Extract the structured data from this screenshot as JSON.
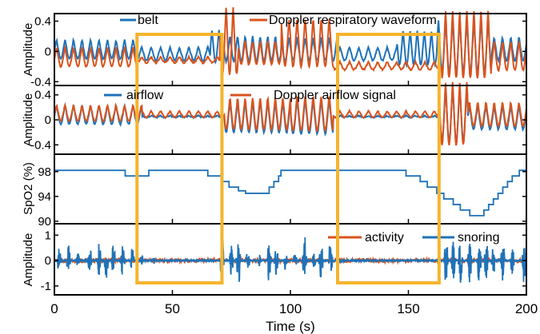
{
  "colors": {
    "blue": "#1f72b8",
    "orange": "#d9531e",
    "highlight": "#f6b42c"
  },
  "chart_data": [
    {
      "type": "line",
      "ylabel": "Amplitude",
      "ylim": [
        -0.45,
        0.5
      ],
      "yticks": [
        "0.4",
        "0",
        "-0.4"
      ],
      "ytick_values": [
        0.4,
        0,
        -0.4
      ],
      "legend": "top",
      "series": [
        {
          "name": "belt",
          "color": "blue",
          "segments": [
            [
              0,
              35,
              0.1,
              0,
              3.6
            ],
            [
              35,
              66,
              0.07,
              -0.05,
              4
            ],
            [
              66,
              72,
              0.17,
              0.02,
              3
            ],
            [
              72,
              96,
              0.13,
              0,
              3.2
            ],
            [
              96,
              120,
              0.12,
              0,
              3.4
            ],
            [
              120,
              145,
              0.07,
              -0.05,
              4
            ],
            [
              145,
              162,
              0.18,
              0,
              3
            ],
            [
              162,
              185,
              0.28,
              0,
              3
            ],
            [
              185,
              200,
              0.12,
              0,
              3.5
            ]
          ]
        },
        {
          "name": "Doppler respiratory waveform",
          "color": "orange",
          "segments": [
            [
              0,
              35,
              0.1,
              -0.1,
              3.6
            ],
            [
              35,
              70,
              0.03,
              -0.12,
              4
            ],
            [
              70,
              78,
              0.35,
              0.05,
              3
            ],
            [
              78,
              96,
              0.12,
              -0.05,
              3.2
            ],
            [
              96,
              118,
              0.25,
              0.05,
              3.4
            ],
            [
              118,
              164,
              0.04,
              -0.2,
              4
            ],
            [
              164,
              185,
              0.35,
              0,
              3
            ],
            [
              185,
              200,
              0.15,
              -0.1,
              3.5
            ]
          ]
        }
      ]
    },
    {
      "type": "line",
      "ylabel": "Amplitude",
      "ylim": [
        -0.55,
        0.55
      ],
      "yticks": [
        "0.4",
        "0",
        "-0.4"
      ],
      "ytick_values": [
        0.4,
        0,
        -0.4
      ],
      "legend": "top",
      "series": [
        {
          "name": "airflow",
          "color": "blue",
          "segments": [
            [
              0,
              37,
              0.12,
              0.05,
              3.6
            ],
            [
              37,
              72,
              0.01,
              0.05,
              4
            ],
            [
              72,
              100,
              0.2,
              0,
              3.2
            ],
            [
              100,
              118,
              0.22,
              0,
              3.4
            ],
            [
              118,
              163,
              0.01,
              0.05,
              4
            ],
            [
              163,
              175,
              0.35,
              0,
              3
            ],
            [
              175,
              200,
              0.15,
              0,
              3.5
            ]
          ]
        },
        {
          "name": "Doppler airflow signal",
          "color": "orange",
          "segments": [
            [
              0,
              37,
              0.1,
              0.08,
              3.6
            ],
            [
              37,
              72,
              0.04,
              0.08,
              4
            ],
            [
              72,
              100,
              0.2,
              0.05,
              3.2
            ],
            [
              100,
              118,
              0.22,
              0.05,
              3.4
            ],
            [
              118,
              163,
              0.04,
              0.08,
              4
            ],
            [
              163,
              175,
              0.4,
              0,
              3
            ],
            [
              175,
              200,
              0.15,
              0.05,
              3.5
            ]
          ]
        }
      ]
    },
    {
      "type": "line",
      "ylabel": "SpO2 (%)",
      "ylim": [
        89.6,
        100.8
      ],
      "yticks": [
        "98",
        "94",
        "90"
      ],
      "ytick_values": [
        98,
        94,
        90
      ],
      "series": [
        {
          "color": "blue",
          "x": [
            0,
            30,
            40,
            65,
            71,
            74,
            78,
            81,
            91,
            93,
            95,
            96,
            149,
            155,
            158,
            162,
            165,
            169,
            172,
            176,
            182,
            184,
            186,
            188,
            190,
            192,
            194,
            197,
            200
          ],
          "y": [
            98.2,
            97.3,
            98.2,
            97.3,
            96.4,
            95.5,
            94.9,
            94.5,
            95.5,
            96.4,
            97.3,
            98.2,
            97.3,
            96.4,
            95.5,
            94.5,
            93.6,
            92.7,
            91.8,
            90.9,
            91.8,
            92.7,
            93.6,
            94.5,
            95.5,
            96.4,
            97.3,
            98.2,
            99.1
          ]
        }
      ]
    },
    {
      "type": "line",
      "ylabel": "Amplitude",
      "ylim": [
        -1.35,
        1.45
      ],
      "yticks": [
        "1",
        "0",
        "-1"
      ],
      "ytick_values": [
        1,
        0,
        -1
      ],
      "legend": "top-right",
      "series": [
        {
          "name": "activity",
          "color": "orange",
          "level": 0.08
        },
        {
          "name": "snoring",
          "color": "blue",
          "bursts": [
            [
              2,
              0.5
            ],
            [
              6,
              0.6
            ],
            [
              10,
              0.3
            ],
            [
              15,
              0.6
            ],
            [
              19,
              0.7
            ],
            [
              22,
              0.7
            ],
            [
              25,
              0.7
            ],
            [
              29,
              0.7
            ],
            [
              33,
              0.55
            ],
            [
              37,
              0.2
            ],
            [
              42,
              0.15
            ],
            [
              71,
              1.3
            ],
            [
              75,
              0.6
            ],
            [
              78,
              1.0
            ],
            [
              82,
              0.5
            ],
            [
              87,
              0.3
            ],
            [
              91,
              0.9
            ],
            [
              94,
              0.7
            ],
            [
              98,
              0.4
            ],
            [
              102,
              0.3
            ],
            [
              106,
              1.0
            ],
            [
              110,
              0.3
            ],
            [
              113,
              0.9
            ],
            [
              117,
              0.9
            ],
            [
              122,
              0.15
            ],
            [
              166,
              1.0
            ],
            [
              169,
              0.8
            ],
            [
              172,
              0.9
            ],
            [
              176,
              0.9
            ],
            [
              180,
              1.0
            ],
            [
              183,
              0.8
            ],
            [
              186,
              0.6
            ],
            [
              190,
              1.0
            ],
            [
              194,
              0.6
            ],
            [
              199,
              0.9
            ]
          ]
        }
      ]
    }
  ],
  "xaxis": {
    "label": "Time (s)",
    "ticks": [
      "0",
      "50",
      "100",
      "150",
      "200"
    ],
    "tick_values": [
      0,
      50,
      100,
      150,
      200
    ],
    "xlim": [
      0,
      200
    ]
  },
  "highlights": [
    {
      "t": [
        35,
        71
      ]
    },
    {
      "t": [
        120,
        163
      ]
    }
  ]
}
